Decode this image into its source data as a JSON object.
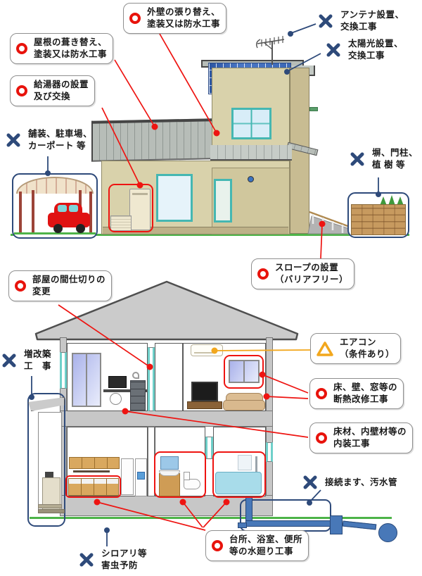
{
  "title": "house-renovation-eligibility-diagram",
  "colors": {
    "eligible_red": "#e8130c",
    "excluded_navy": "#2e4a7a",
    "conditional_yellow": "#f2a71d",
    "ground_green": "#4db348",
    "wall_tan": "#d9d2ab",
    "roof_gray": "#b7bdb8",
    "solar_blue": "#3b67b5"
  },
  "icons": {
    "eligible": "red-circle",
    "excluded": "x-mark",
    "conditional": "triangle"
  },
  "annotations": {
    "yane": {
      "line1": "屋根の葺き替え、",
      "line2": "塗装又は防水工事"
    },
    "kyutoki": {
      "line1": "給湯器の設置",
      "line2": "及び交換"
    },
    "gaiheki": {
      "line1": "外壁の張り替え、",
      "line2": "塗装又は防水工事"
    },
    "slope": {
      "line1": "スロープの設置",
      "line2": "（バリアフリー）"
    },
    "hoso": {
      "line1": "舗装、駐車場、",
      "line2": "カーポート 等"
    },
    "antenna": {
      "line1": "アンテナ設置、",
      "line2": "交換工事"
    },
    "taiyoko": {
      "line1": "太陽光設置、",
      "line2": "交換工事"
    },
    "hei": {
      "line1": "塀、門柱、",
      "line2": "植 樹 等"
    },
    "majikiri": {
      "line1": "部屋の間仕切りの",
      "line2": "変更"
    },
    "zokaichiku": {
      "line1": "増改築",
      "line2": "工　事"
    },
    "aircon": {
      "line1": "エアコン",
      "line2": "（条件あり）"
    },
    "dannetsu": {
      "line1": "床、壁、窓等の",
      "line2": "断熱改修工事"
    },
    "naiso": {
      "line1": "床材、内壁材等の",
      "line2": "内装工事"
    },
    "gesui": {
      "line1": "接続ます、汚水管"
    },
    "shiroari": {
      "line1": "シロアリ等",
      "line2": "害虫予防"
    },
    "mizumawari": {
      "line1": "台所、浴室、便所",
      "line2": "等の水廻り工事"
    }
  }
}
